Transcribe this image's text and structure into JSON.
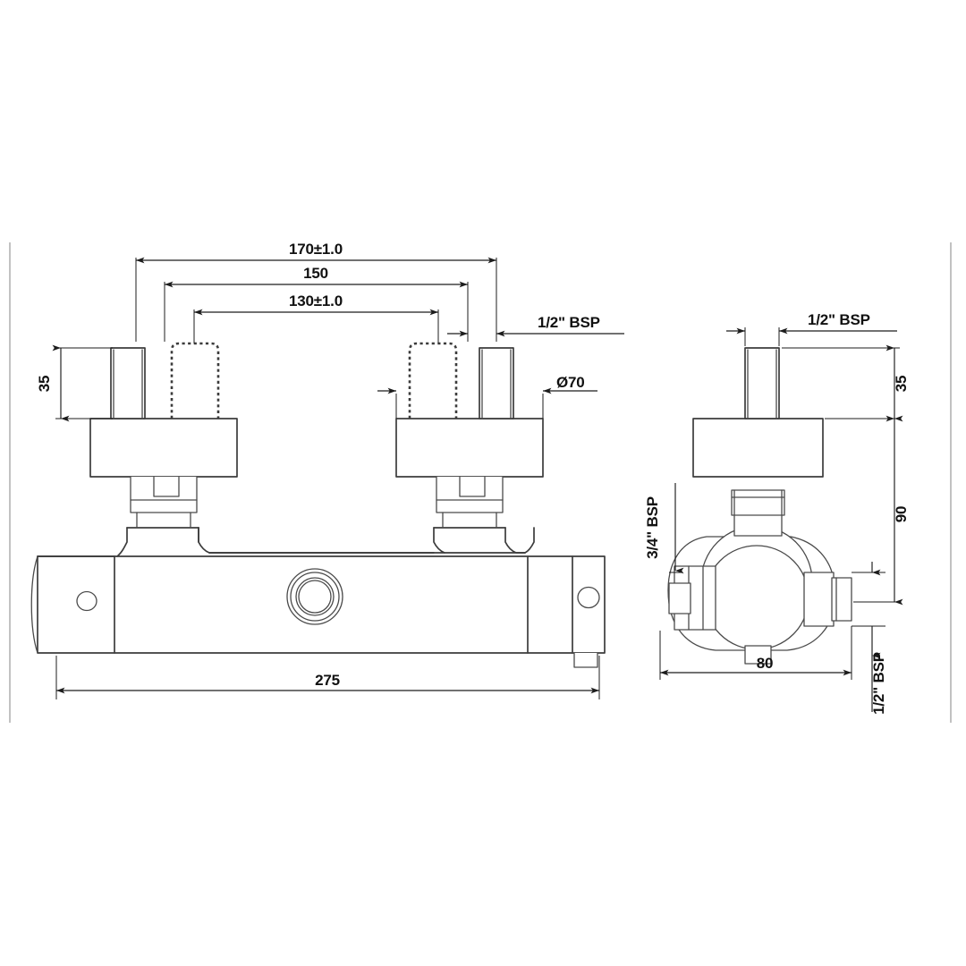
{
  "document": {
    "title": "Thermostatic Bar Shower Valve — Dimensioned Technical Drawing",
    "type": "engineering-drawing",
    "units": "mm",
    "views": [
      "front-elevation",
      "side-elevation"
    ]
  },
  "front_view": {
    "name": "Front elevation",
    "dimensions": {
      "outlet_centres_outer": "170±1.0",
      "outlet_centres_mid": "150",
      "outlet_centres_inner": "130±1.0",
      "handle_height": "35",
      "overall_width": "275"
    },
    "callouts": {
      "inlet_thread": "1/2\" BSP",
      "escutcheon_diameter": "Ø70"
    }
  },
  "side_view": {
    "name": "Side elevation",
    "dimensions": {
      "handle_height": "35",
      "overall_height": "90",
      "body_depth": "80"
    },
    "callouts": {
      "top_thread": "1/2\" BSP",
      "left_thread": "3/4\" BSP",
      "bottom_thread": "1/2\" BSP"
    }
  },
  "colors": {
    "outline": "#3c3c3c",
    "dimension": "#1c1c1c",
    "border": "#9a9a9a",
    "background": "#ffffff"
  }
}
